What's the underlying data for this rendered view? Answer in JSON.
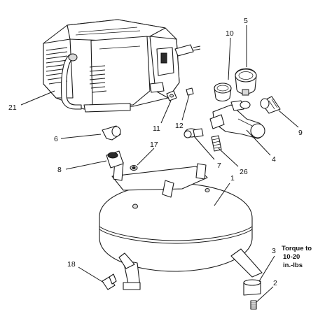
{
  "callouts": {
    "c1": "1",
    "c2": "2",
    "c3": "3",
    "c4": "4",
    "c5": "5",
    "c6": "6",
    "c7": "7",
    "c8": "8",
    "c9": "9",
    "c10": "10",
    "c11": "11",
    "c12": "12",
    "c17": "17",
    "c18": "18",
    "c21": "21",
    "c26": "26"
  },
  "note": {
    "line1": "Torque to",
    "line2": "10-20",
    "line3": "in.-lbs"
  }
}
